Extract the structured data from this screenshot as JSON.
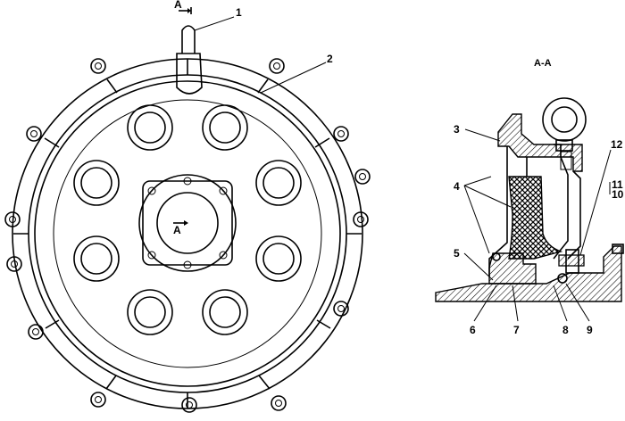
{
  "section_view": {
    "title": "A-A"
  },
  "section_marks": {
    "top": "A",
    "center": "A"
  },
  "callouts": {
    "c1": "1",
    "c2": "2",
    "c3": "3",
    "c4": "4",
    "c5": "5",
    "c6": "6",
    "c7": "7",
    "c8": "8",
    "c9": "9",
    "c10": "10",
    "c11": "11",
    "c12": "12"
  }
}
